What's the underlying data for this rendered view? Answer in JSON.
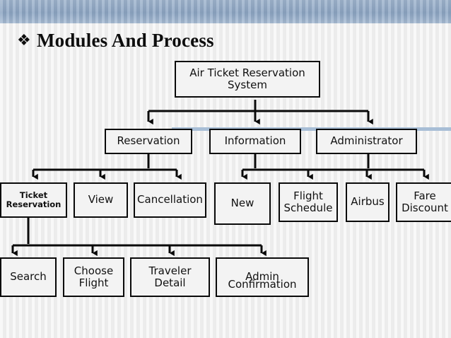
{
  "slide": {
    "title": "Modules And Process",
    "bullet_glyph": "❖",
    "topbar_color": "#8ca5c3",
    "accentline_color": "#a8bed6",
    "box_border_color": "#0a0a0a",
    "box_fill_color": "#f3f3f3"
  },
  "chart_data": {
    "type": "diagram",
    "title": "Modules And Process",
    "orientation": "top-down-tree",
    "levels": [
      {
        "level": 1,
        "nodes": [
          {
            "id": "root",
            "label": "Air Ticket Reservation System"
          }
        ]
      },
      {
        "level": 2,
        "nodes": [
          {
            "id": "reservation",
            "label": "Reservation",
            "parent": "root"
          },
          {
            "id": "information",
            "label": "Information",
            "parent": "root"
          },
          {
            "id": "administrator",
            "label": "Administrator",
            "parent": "root"
          }
        ]
      },
      {
        "level": 3,
        "nodes": [
          {
            "id": "ticket-reservation",
            "label": "Ticket Reservation",
            "parent": "reservation",
            "style": "bold-small"
          },
          {
            "id": "view",
            "label": "View",
            "parent": "reservation"
          },
          {
            "id": "cancellation",
            "label": "Cancellation",
            "parent": "reservation"
          },
          {
            "id": "new",
            "label": "New",
            "parent": "administrator"
          },
          {
            "id": "flight-schedule",
            "label": "Flight Schedule",
            "parent": "administrator"
          },
          {
            "id": "airbus",
            "label": "Airbus",
            "parent": "administrator"
          },
          {
            "id": "fare-discount",
            "label": "Fare Discount",
            "parent": "administrator"
          }
        ]
      },
      {
        "level": 4,
        "nodes": [
          {
            "id": "search",
            "label": "Search",
            "parent": "ticket-reservation"
          },
          {
            "id": "choose-flight",
            "label": "Choose Flight",
            "parent": "ticket-reservation"
          },
          {
            "id": "traveler-detail",
            "label": "Traveler Detail",
            "parent": "ticket-reservation"
          },
          {
            "id": "confirmation",
            "label": "Confirmation",
            "overlapping_label": "Admin",
            "parent": "ticket-reservation"
          }
        ]
      }
    ]
  },
  "nodes": {
    "root": "Air Ticket Reservation System",
    "reservation": "Reservation",
    "information": "Information",
    "administrator": "Administrator",
    "ticket_reservation": "Ticket Reservation",
    "view": "View",
    "cancellation": "Cancellation",
    "new": "New",
    "flight_schedule": "Flight Schedule",
    "airbus": "Airbus",
    "fare_discount": "Fare Discount",
    "search": "Search",
    "choose_flight": "Choose Flight",
    "traveler_detail": "Traveler Detail",
    "confirmation": "Confirmation",
    "admin_overlap": "Admin"
  }
}
